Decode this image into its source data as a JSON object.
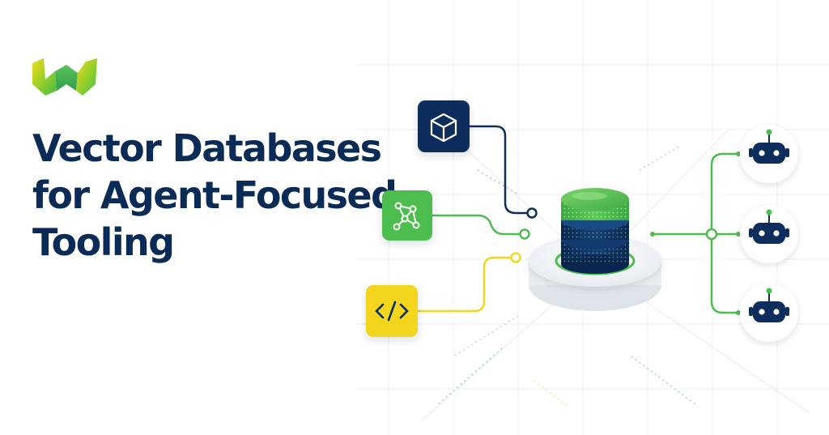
{
  "title": {
    "line1": "Vector Databases",
    "line2": "for Agent-Focused",
    "line3": "Tooling"
  },
  "logo": {
    "icon": "w-logo-icon"
  },
  "sources": [
    {
      "icon": "cube-icon",
      "color": "#0d2d5c"
    },
    {
      "icon": "graph-nodes-icon",
      "color": "#4ebd4f"
    },
    {
      "icon": "code-brackets-icon",
      "color": "#f2d51f"
    }
  ],
  "database": {
    "icon": "vector-database-icon"
  },
  "agents": [
    {
      "icon": "robot-icon"
    },
    {
      "icon": "robot-icon"
    },
    {
      "icon": "robot-icon"
    }
  ],
  "colors": {
    "navy": "#0d2d5c",
    "green": "#4ebd4f",
    "yellow": "#f2d51f",
    "db_dark": "#0f3461",
    "db_green": "#56c356"
  }
}
